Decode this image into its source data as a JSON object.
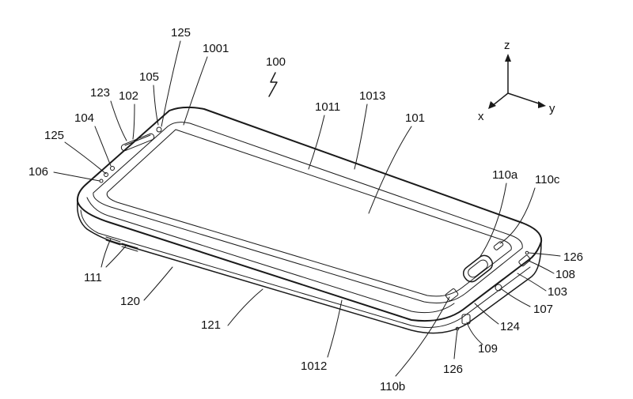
{
  "figure": {
    "device_ref": "100",
    "axes": {
      "z": "z",
      "x": "x",
      "y": "y"
    },
    "labels": [
      {
        "key": "125_top",
        "text": "125"
      },
      {
        "key": "1001",
        "text": "1001"
      },
      {
        "key": "105",
        "text": "105"
      },
      {
        "key": "123",
        "text": "123"
      },
      {
        "key": "102",
        "text": "102"
      },
      {
        "key": "104",
        "text": "104"
      },
      {
        "key": "125_left",
        "text": "125"
      },
      {
        "key": "106",
        "text": "106"
      },
      {
        "key": "1011",
        "text": "1011"
      },
      {
        "key": "1013",
        "text": "1013"
      },
      {
        "key": "101",
        "text": "101"
      },
      {
        "key": "110a",
        "text": "110a"
      },
      {
        "key": "110c",
        "text": "110c"
      },
      {
        "key": "126_right",
        "text": "126"
      },
      {
        "key": "108",
        "text": "108"
      },
      {
        "key": "103",
        "text": "103"
      },
      {
        "key": "107",
        "text": "107"
      },
      {
        "key": "124",
        "text": "124"
      },
      {
        "key": "109",
        "text": "109"
      },
      {
        "key": "126_bottom",
        "text": "126"
      },
      {
        "key": "110b",
        "text": "110b"
      },
      {
        "key": "1012",
        "text": "1012"
      },
      {
        "key": "121",
        "text": "121"
      },
      {
        "key": "120",
        "text": "120"
      },
      {
        "key": "111",
        "text": "111"
      }
    ],
    "colors": {
      "line": "#1a1a1a",
      "background": "#ffffff"
    }
  }
}
